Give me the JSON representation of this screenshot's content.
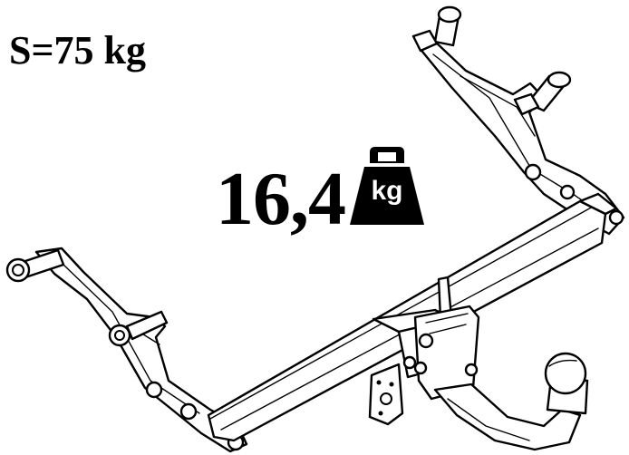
{
  "specs": {
    "max_vertical_load": "S=75 kg",
    "product_weight": "16,4",
    "weight_unit": "kg"
  }
}
